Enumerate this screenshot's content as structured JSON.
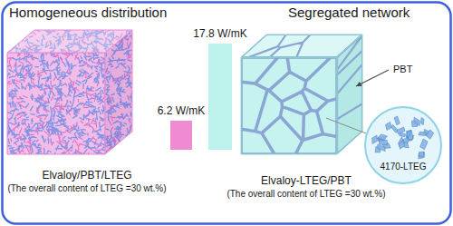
{
  "diagram": {
    "nodes": [
      {
        "text": [
          "6.2 W/mK"
        ]
      },
      {
        "text": [
          "17.8 W/mK"
        ]
      },
      {
        "text": [
          "4170-LTEG"
        ]
      }
    ],
    "labels": [
      "Homogeneous distribution",
      "Segregated network",
      "Elvaloy/PBT/LTEG",
      "(The overall content of LTEG =30 wt.%)",
      "Elvaloy-LTEG/PBT",
      "(The overall content of LTEG =30 wt.%)",
      "PBT"
    ]
  }
}
